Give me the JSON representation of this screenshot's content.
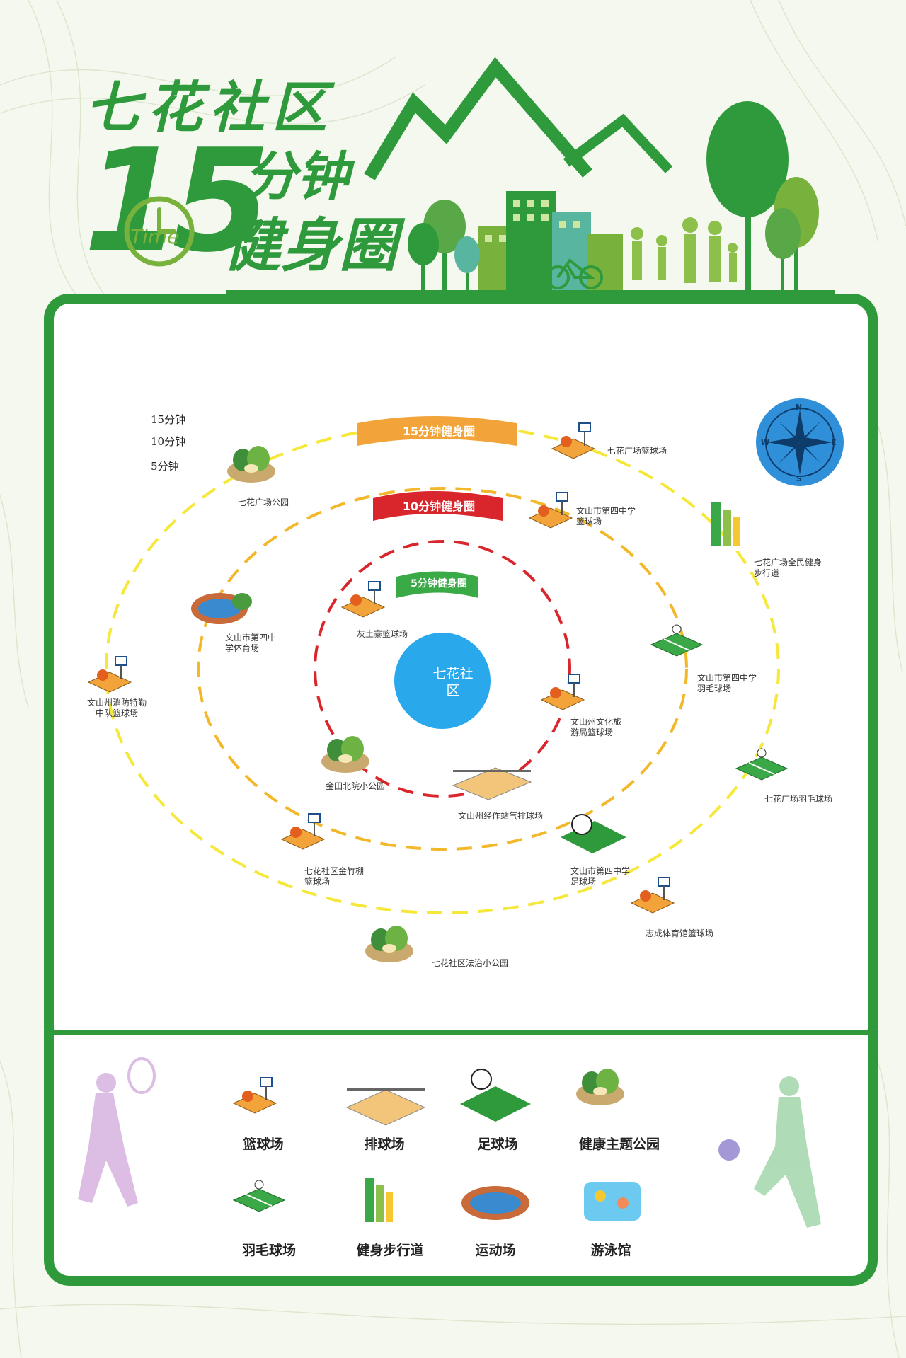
{
  "header": {
    "community": "七花社区",
    "number": "15",
    "clock_word": "Time",
    "minutes": "分钟",
    "fitness_circle": "健身圈"
  },
  "map": {
    "ring_legend": [
      "15分钟",
      "10分钟",
      "5分钟"
    ],
    "ring_labels": {
      "r15": "15分钟健身圈",
      "r10": "10分钟健身圈",
      "r5": "5分钟健身圈"
    },
    "center": [
      "七花社",
      "区"
    ],
    "venues": {
      "qihua_square_park": "七花广场公园",
      "qihua_square_basketball": "七花广场篮球场",
      "no4_school_basketball": [
        "文山市第四中学",
        "篮球场"
      ],
      "qihua_fitness_trail": [
        "七花广场全民健身",
        "步行道"
      ],
      "no4_school_stadium": [
        "文山市第四中",
        "学体育场"
      ],
      "huishi_basketball": "灰土寨篮球场",
      "fire_brigade_basketball": [
        "文山州消防特勤",
        "一中队篮球场"
      ],
      "no4_school_badminton": [
        "文山市第四中学",
        "羽毛球场"
      ],
      "culture_bureau_basketball": [
        "文山州文化旅",
        "游局篮球场"
      ],
      "jintian_park": "金田北院小公园",
      "weather_station_volleyball": "文山州经作站气排球场",
      "qihua_square_badminton": "七花广场羽毛球场",
      "jinzhupeng_basketball": [
        "七花社区金竹棚",
        "篮球场"
      ],
      "no4_school_football": [
        "文山市第四中学",
        "足球场"
      ],
      "zhicheng_basketball": "志成体育馆篮球场",
      "law_park": "七花社区法治小公园"
    }
  },
  "legend": {
    "basketball": "篮球场",
    "volleyball": "排球场",
    "football": "足球场",
    "park": "健康主题公园",
    "badminton": "羽毛球场",
    "trail": "健身步行道",
    "stadium": "运动场",
    "pool": "游泳馆"
  },
  "compass": {
    "n": "N",
    "s": "S",
    "e": "E",
    "w": "W"
  },
  "colors": {
    "green": "#2f9a3c",
    "ring15": "#f2a43a",
    "ring10": "#d9262c",
    "ring5": "#3aaa46",
    "center": "#29a8ec",
    "compass_bg": "#2f8fd8"
  }
}
